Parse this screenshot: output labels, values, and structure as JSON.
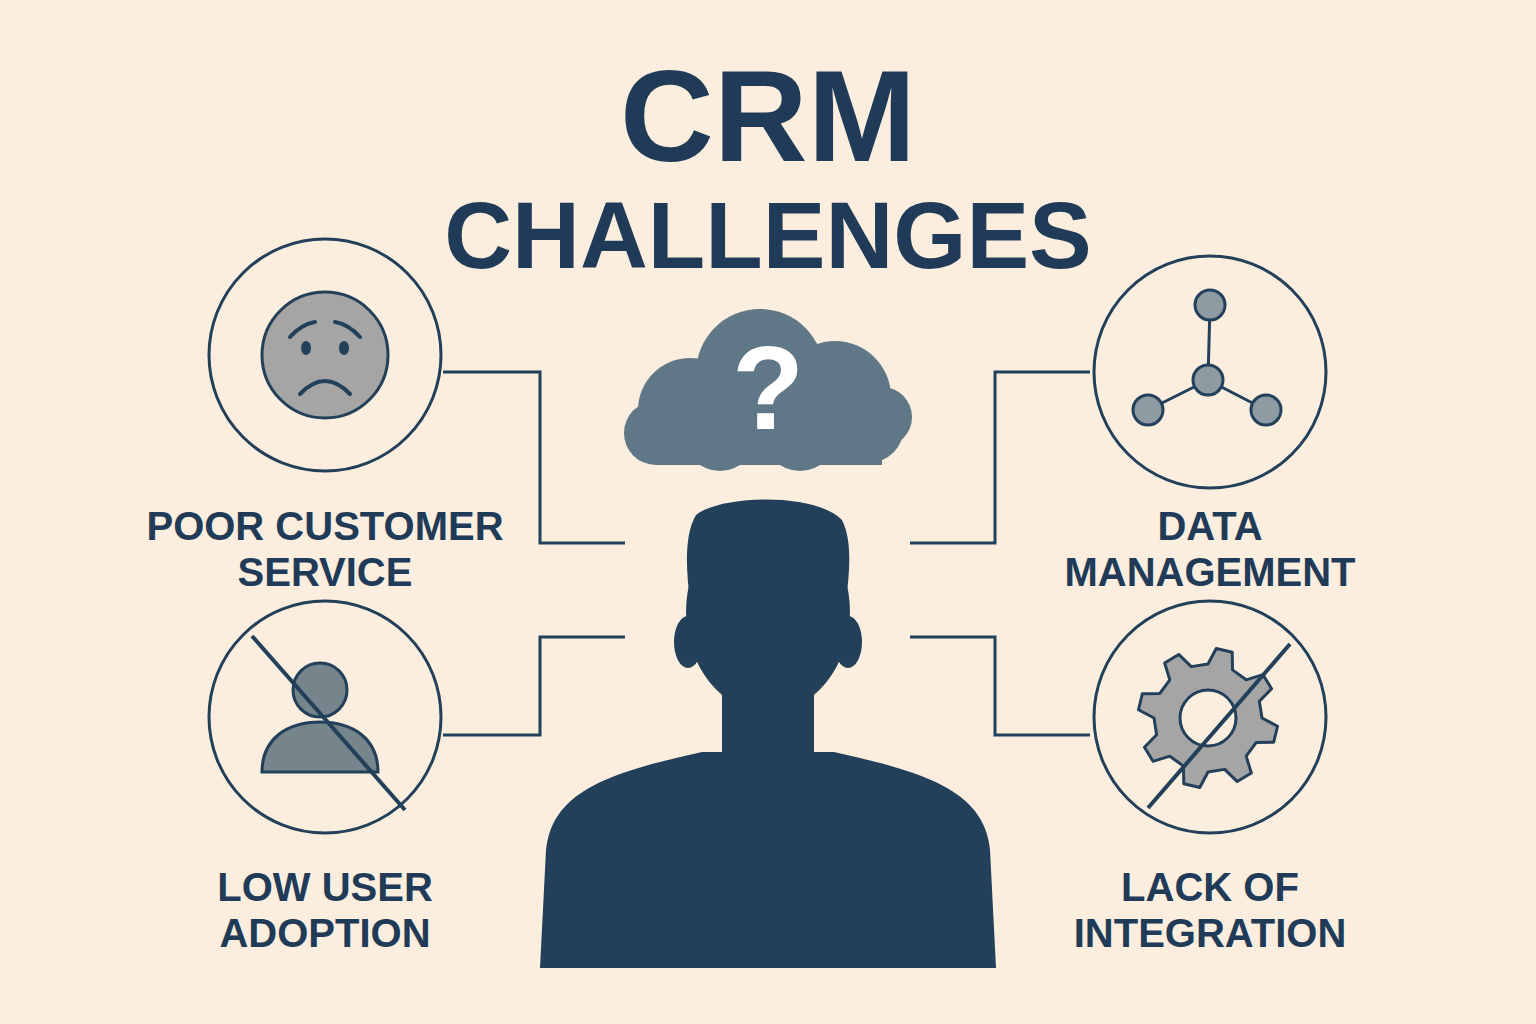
{
  "diagram": {
    "title": "CRM CHALLENGES",
    "nodes": [
      {
        "text": [
          "POOR CUSTOMER SERVICE"
        ]
      },
      {
        "text": [
          "?"
        ]
      },
      {
        "text": [
          "DATA MANAGEMENT"
        ]
      },
      {
        "text": [
          "LOW USER ADOPTION"
        ]
      },
      {
        "text": [
          "LACK OF INTEGRATION"
        ]
      }
    ]
  }
}
